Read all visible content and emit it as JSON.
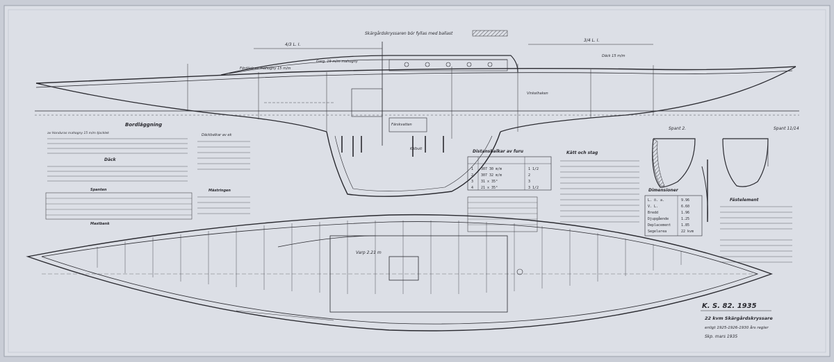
{
  "sign": {
    "drawing_no": "K. S. 82. 1935",
    "line2": "22 kvm Skärgårdskryssare",
    "line3": "enligt 1925-1926-1930 års regler",
    "line4": "Skp. mars 1935"
  },
  "plan": {
    "top_note": "Skärgårdskryssaren bör fyllas med ballast",
    "station_a": "4/3 L. I.",
    "station_b": "3/4 L. I.",
    "deck_label": "Däck 15 m/m",
    "mahogany_label": "Fördäck av mahogny 15 m/m",
    "sheer_label": "Garg. 19 m/m mahogny",
    "keel_label": "Kölbult",
    "tank_label": "Färskvatten",
    "rod_label": "Vinkelhaken"
  },
  "sections": {
    "spant_2": "Spant 2.",
    "spant_11": "Spant 11/14"
  },
  "tables": {
    "mast": {
      "title": "Mästringen"
    },
    "skarp": {
      "title": "Distansbalkar av furu",
      "rows": [
        [
          "1",
          "307 30 m/m",
          "1 1/2"
        ],
        [
          "2",
          "307 32 m/m",
          "2"
        ],
        [
          "3",
          "31 x 35°",
          "3"
        ],
        [
          "4",
          "21 x 35°",
          "3 1/2"
        ]
      ]
    },
    "dims": {
      "title": "Dimensioner",
      "rows": [
        [
          "L. ö. a.",
          "9.96"
        ],
        [
          "V. L.",
          "6.60"
        ],
        [
          "Bredd",
          "1.96"
        ],
        [
          "Djupgående",
          "1.25"
        ],
        [
          "Deplacement",
          "1.85"
        ],
        [
          "Segelarea",
          "22 kvm"
        ]
      ]
    },
    "stb": {
      "title": "Kätt och stag"
    }
  },
  "notes": {
    "bord_title": "Bordläggning",
    "bord_text": "av Honduras mahogny 15 m/m tjocklek",
    "deck_title": "Däck",
    "kol_title": "Köl och stävar",
    "frame_title": "Spanten",
    "mast_title": "Mastbank",
    "beam_note": "Däckbalkar av ek",
    "fast_title": "Fästelement",
    "var_label": "Varp 2.21 m"
  }
}
